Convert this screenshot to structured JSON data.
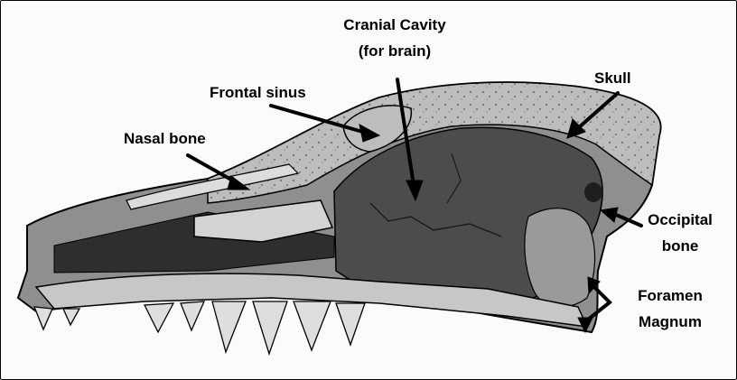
{
  "labels": {
    "cranial_cavity_line1": "Cranial Cavity",
    "cranial_cavity_line2": "(for brain)",
    "frontal_sinus": "Frontal sinus",
    "nasal_bone": "Nasal bone",
    "skull": "Skull",
    "occipital_line1": "Occipital",
    "occipital_line2": "bone",
    "foramen_line1": "Foramen",
    "foramen_line2": "Magnum"
  },
  "colors": {
    "ink": "#000000",
    "bone_light": "#c9c9c7",
    "bone_mid": "#8a8a88",
    "cavity_dark": "#4a4a48",
    "background": "#fbfbfa"
  }
}
